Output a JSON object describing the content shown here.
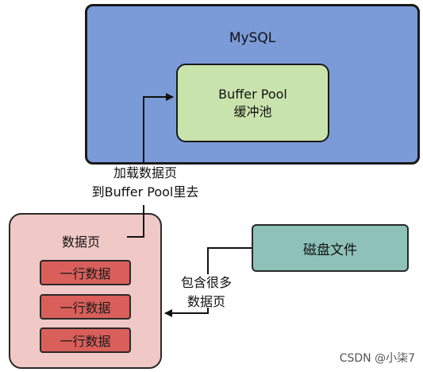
{
  "mysql": {
    "title": "MySQL"
  },
  "buffer_pool": {
    "line1": "Buffer Pool",
    "line2": "缓冲池"
  },
  "load_label": {
    "line1": "加载数据页",
    "line2": "到Buffer Pool里去"
  },
  "data_page": {
    "title": "数据页",
    "rows": [
      "一行数据",
      "一行数据",
      "一行数据"
    ]
  },
  "disk": {
    "label": "磁盘文件"
  },
  "contains_label": {
    "line1": "包含很多",
    "line2": "数据页"
  },
  "watermark": "CSDN @小柒7",
  "colors": {
    "mysql_bg": "#7b9ad8",
    "buffer_pool_bg": "#c9e3ad",
    "data_page_bg": "#f0c8c5",
    "row_bg": "#d95f5a",
    "disk_bg": "#8ec2b9"
  }
}
